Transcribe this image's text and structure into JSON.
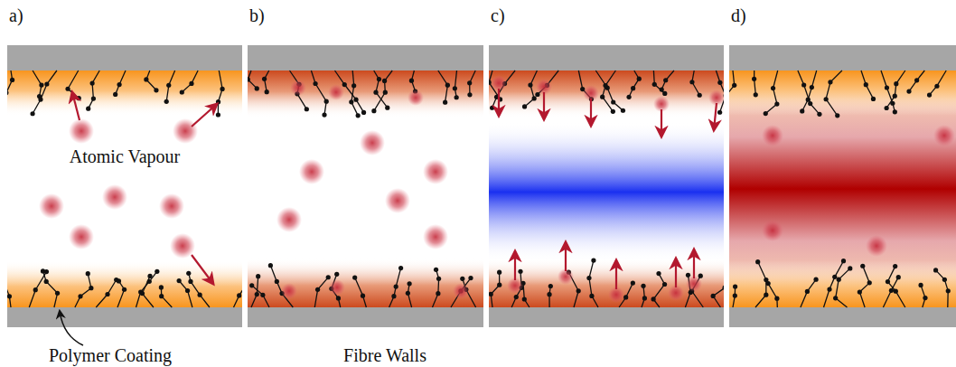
{
  "diagram": {
    "labels": [
      "a)",
      "b)",
      "c)",
      "d)",
      "Atomic Vapour",
      "Polymer Coating",
      "Fibre Walls"
    ]
  }
}
